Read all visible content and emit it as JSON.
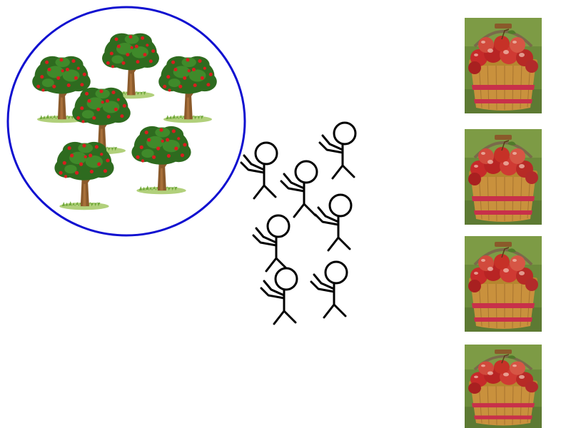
{
  "diagram": {
    "orchard": {
      "label": "orchard",
      "outline_color": "#1010d0",
      "tree_count": 6,
      "trunk_color": "#8b5a2b",
      "leaf_color": "#2e6b1f",
      "apple_color": "#d81e1e"
    },
    "pickers": {
      "label": "apple-pickers",
      "count": 7,
      "stroke_color": "#000000"
    },
    "baskets": {
      "label": "apple-baskets",
      "count": 4,
      "icon": "apple-basket-photo",
      "wood_color": "#c9913d",
      "band_color": "#c8304a",
      "apple_color": "#c62a2a",
      "grass_color": "#6b8a3a"
    }
  }
}
